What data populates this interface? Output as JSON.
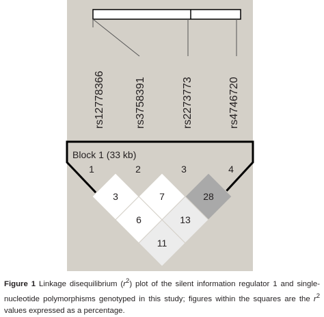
{
  "figure": {
    "snps": [
      "rs12778366",
      "rs3758391",
      "rs2273773",
      "rs4746720"
    ],
    "block_label": "Block 1 (33 kb)",
    "marker_indices": [
      "1",
      "2",
      "3",
      "4"
    ],
    "ld_cells": [
      {
        "pair": [
          1,
          2
        ],
        "r2": 3
      },
      {
        "pair": [
          2,
          3
        ],
        "r2": 7
      },
      {
        "pair": [
          3,
          4
        ],
        "r2": 28
      },
      {
        "pair": [
          1,
          3
        ],
        "r2": 6
      },
      {
        "pair": [
          2,
          4
        ],
        "r2": 13
      },
      {
        "pair": [
          1,
          4
        ],
        "r2": 11
      }
    ],
    "colors": {
      "background": "#d4d0c8",
      "cell_low": "#ffffff",
      "cell_mid": "#ececec",
      "cell_high": "#a9a9a9",
      "outline": "#000000"
    }
  },
  "caption": {
    "label": "Figure 1",
    "text_before_r": " Linkage disequilibrium (",
    "r_symbol": "r",
    "superscript_2": "2",
    "text_middle": ") plot of the silent information regulator 1 and single-nucleotide polymorphisms genotyped in this study; figures within the squares are the ",
    "text_end": " values expressed as a percentage."
  }
}
